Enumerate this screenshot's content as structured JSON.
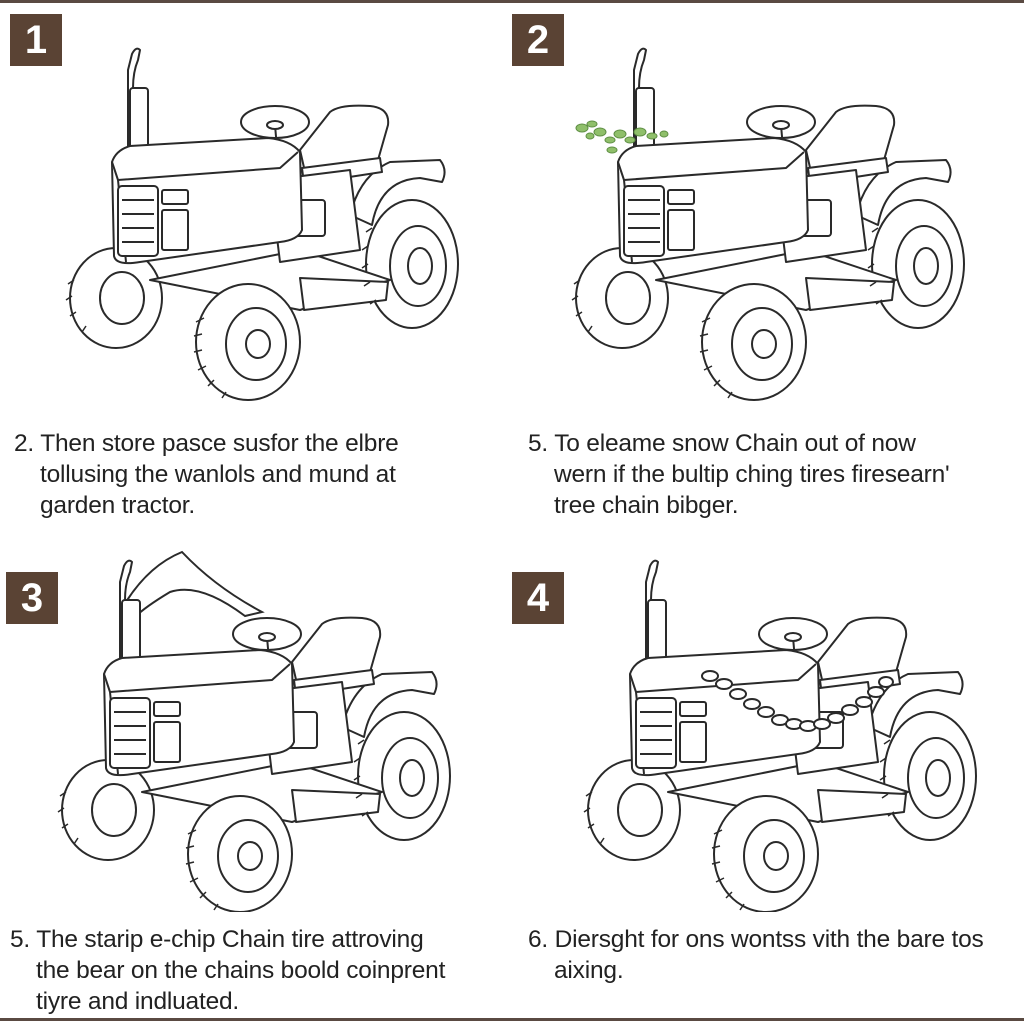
{
  "steps": [
    {
      "badge": "1",
      "caption": [
        "2. Then store pasce susfor the elbre",
        "tollusing the wanlols and mund at",
        "garden tractor."
      ],
      "variant": "plain"
    },
    {
      "badge": "2",
      "caption": [
        "5. To eleame snow Chain out of now",
        "wern if the bultip ching tires firesearn'",
        "tree chain bibger."
      ],
      "variant": "leaves"
    },
    {
      "badge": "3",
      "caption": [
        "5. The starip e-chip Chain tire attroving",
        "the bear on the chains boold coinprent",
        "tiyre and indluated."
      ],
      "variant": "cover"
    },
    {
      "badge": "4",
      "caption": [
        "6. Diersght for ons wontss vith the bare tos",
        "aixing."
      ],
      "variant": "chain"
    }
  ],
  "colors": {
    "badge": "#5a4334",
    "border": "#5a4a42",
    "leaves": "#8fbf6a",
    "line": "#2a2a2a"
  }
}
